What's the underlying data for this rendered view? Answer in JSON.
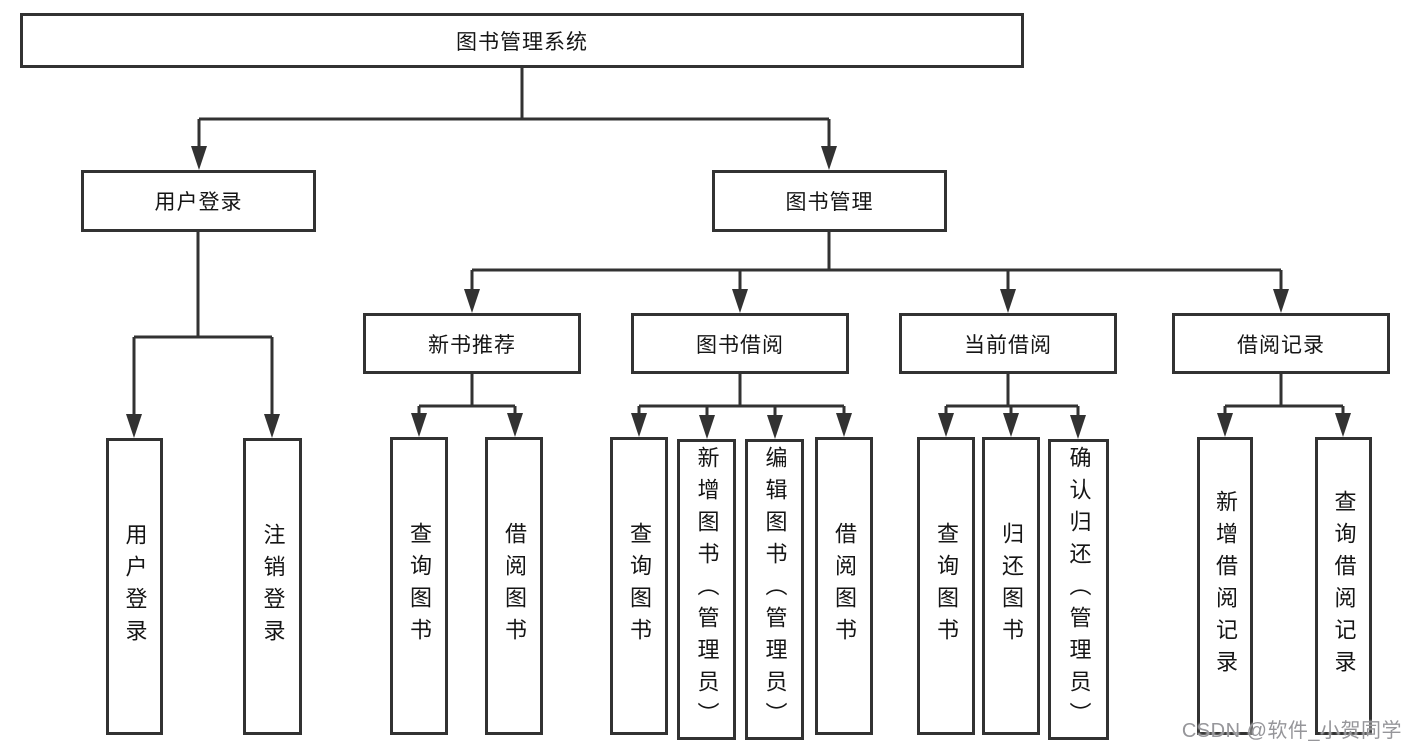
{
  "tree": {
    "root": "图书管理系统",
    "branches": [
      {
        "label": "用户登录",
        "children": [
          "用户登录",
          "注销登录"
        ]
      },
      {
        "label": "图书管理",
        "children": [
          {
            "label": "新书推荐",
            "children": [
              "查询图书",
              "借阅图书"
            ]
          },
          {
            "label": "图书借阅",
            "children": [
              "查询图书",
              "新增图书（管理员）",
              "编辑图书（管理员）",
              "借阅图书"
            ]
          },
          {
            "label": "当前借阅",
            "children": [
              "查询图书",
              "归还图书",
              "确认归还（管理员）"
            ]
          },
          {
            "label": "借阅记录",
            "children": [
              "新增借阅记录",
              "查询借阅记录"
            ]
          }
        ]
      }
    ]
  },
  "watermark": "CSDN @软件_小贺同学",
  "colors": {
    "line": "#323232",
    "box_border": "#323232",
    "text": "#151515",
    "watermark": "#96969a",
    "background": "#ffffff"
  }
}
